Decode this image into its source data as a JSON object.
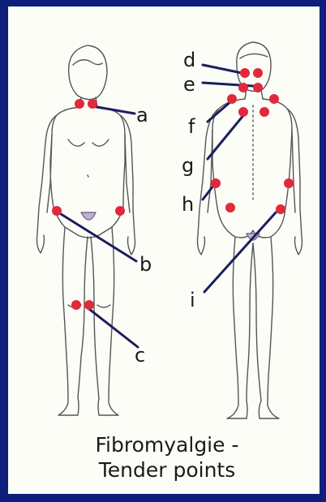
{
  "labels": {
    "a": "a",
    "b": "b",
    "c": "c",
    "d": "d",
    "e": "e",
    "f": "f",
    "g": "g",
    "h": "h",
    "i": "i"
  },
  "caption": {
    "line1": "Fibromyalgie -",
    "line2": "Tender points"
  },
  "colors": {
    "border": "#0d1f7a",
    "pointer": "#1b1f5e",
    "tender_point": "#e0293a",
    "outline": "#555555"
  }
}
